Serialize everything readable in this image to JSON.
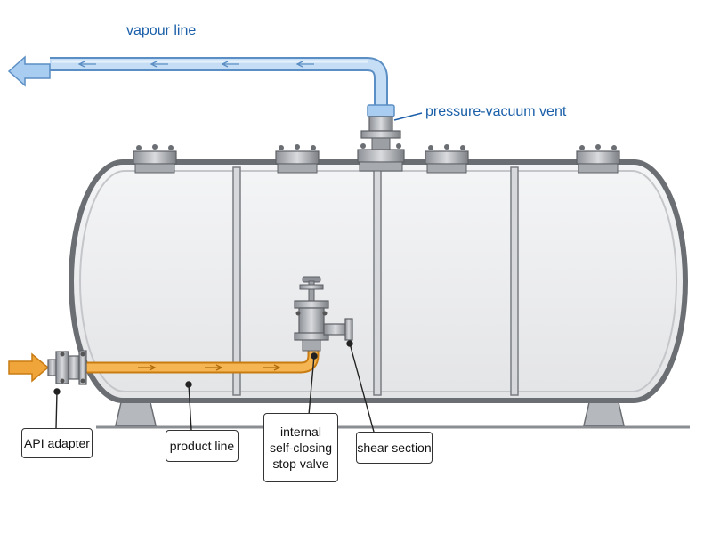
{
  "labels": {
    "vapour_line": "vapour line",
    "pressure_vacuum_vent": "pressure-vacuum vent",
    "api_adapter": "API adapter",
    "product_line": "product line",
    "stop_valve_lines": [
      "internal",
      "self-closing",
      "stop valve"
    ],
    "shear_section": "shear section"
  },
  "colors": {
    "vapour": "#a9cdf0",
    "vapour_stroke": "#5b8ec4",
    "product": "#f0a53a",
    "product_stroke": "#c97c12",
    "tank_fill": "#eeeff1",
    "tank_stroke": "#6b6e73",
    "label_blue": "#1a5fa8"
  },
  "icons": {
    "vapour_arrow": "arrow-left-icon",
    "product_arrow": "arrow-right-icon"
  }
}
